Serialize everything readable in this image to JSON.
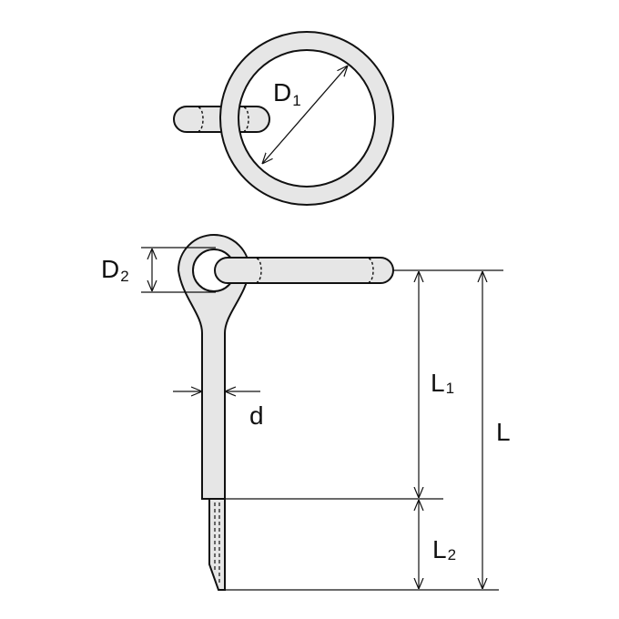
{
  "labels": {
    "d1_main": "D",
    "d1_sub": "1",
    "d2_main": "D",
    "d2_sub": "2",
    "l1_main": "L",
    "l1_sub": "1",
    "l2_main": "L",
    "l2_sub": "2",
    "l": "L",
    "d": "d"
  },
  "colors": {
    "fill": "#e6e6e6",
    "stroke": "#111111",
    "background": "#ffffff"
  }
}
